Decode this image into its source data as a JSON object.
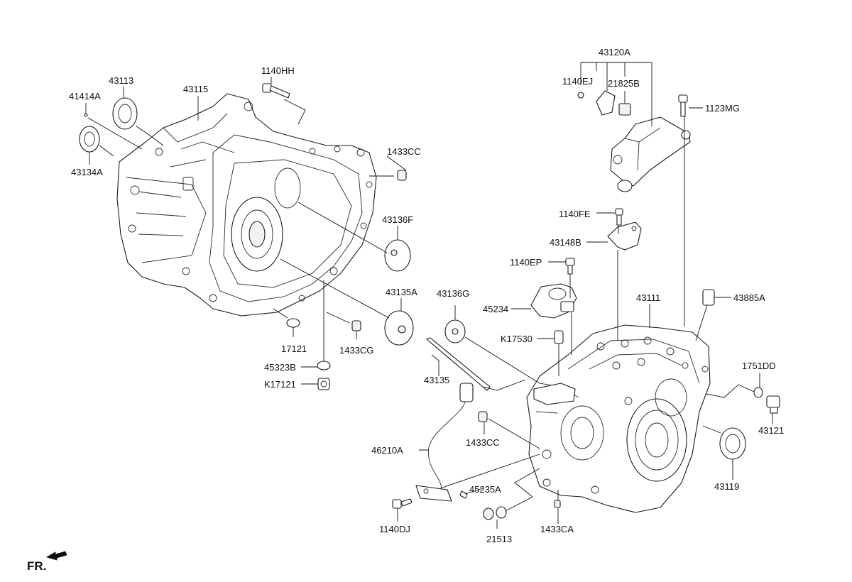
{
  "labels": {
    "p43120A": "43120A",
    "p1140EJ": "1140EJ",
    "p21825B": "21825B",
    "p1123MG": "1123MG",
    "p1140HH": "1140HH",
    "p43113": "43113",
    "p41414A": "41414A",
    "p43115": "43115",
    "p43134A": "43134A",
    "p1433CC_top": "1433CC",
    "p43136F": "43136F",
    "p1140FE": "1140FE",
    "p43148B": "43148B",
    "p1140EP": "1140EP",
    "p43135A": "43135A",
    "p43136G": "43136G",
    "p45234": "45234",
    "p43111": "43111",
    "p43885A": "43885A",
    "pK17530": "K17530",
    "p17121": "17121",
    "p1433CG": "1433CG",
    "p45323B": "45323B",
    "pK17121": "K17121",
    "p43135": "43135",
    "p1751DD": "1751DD",
    "p43121": "43121",
    "p46210A": "46210A",
    "p1433CC_bottom": "1433CC",
    "p43119": "43119",
    "p45235A": "45235A",
    "p1140DJ": "1140DJ",
    "p21513": "21513",
    "p1433CA": "1433CA"
  },
  "footer": {
    "front_indicator": "FR."
  }
}
